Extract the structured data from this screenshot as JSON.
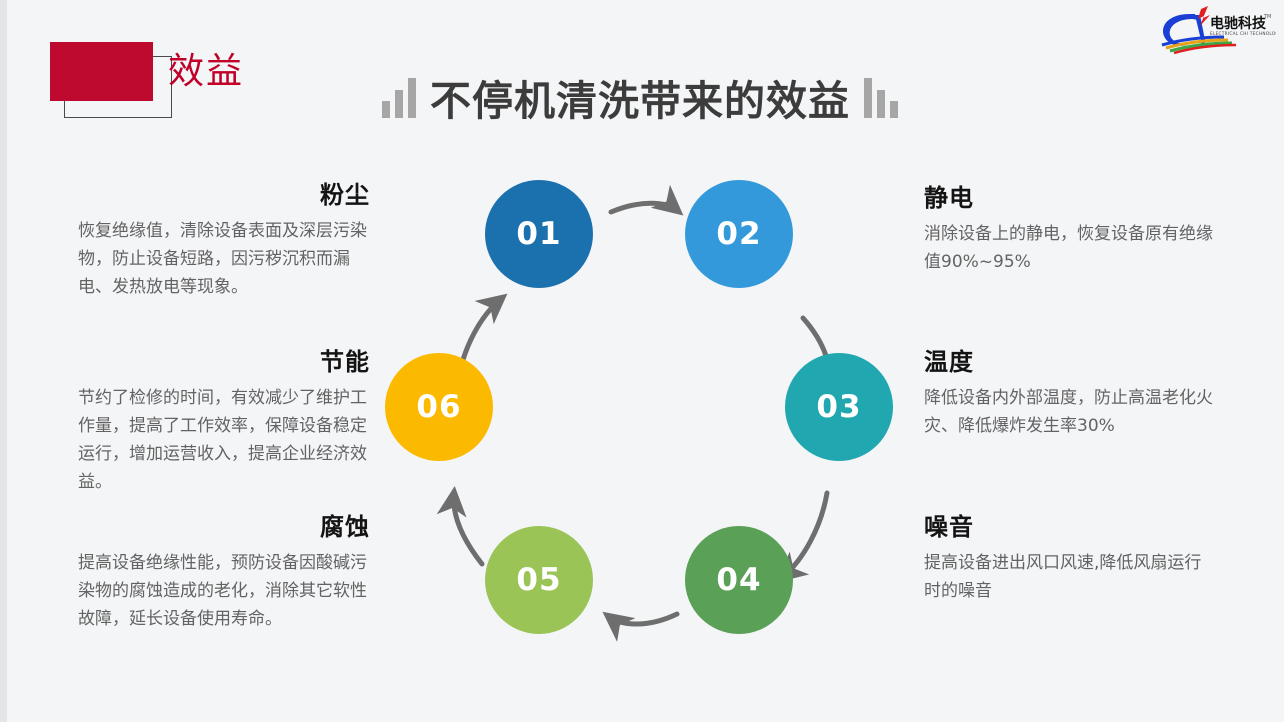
{
  "header": {
    "badge_label": "效益",
    "title": "不停机清洗带来的效益",
    "logo_cn": "电驰科技",
    "logo_en": "ELECTRICAL CHI TECHNOLOGY",
    "logo_tm": "TM"
  },
  "colors": {
    "background": "#f4f5f7",
    "badge_red": "#bf0a30",
    "badge_text": "#c00028",
    "title_gray": "#3c3c3c",
    "bar_gray": "#a6a6a6",
    "arrow_gray": "#6e6e6e",
    "heading_black": "#141414",
    "body_gray": "#636363",
    "node_01": "#1b71ae",
    "node_02": "#3499db",
    "node_03": "#20a7b0",
    "node_04": "#5aa057",
    "node_05": "#9bc456",
    "node_06": "#fbba00"
  },
  "diagram": {
    "nodes": [
      {
        "id": "01",
        "label": "01",
        "color": "#1b71ae"
      },
      {
        "id": "02",
        "label": "02",
        "color": "#3499db"
      },
      {
        "id": "03",
        "label": "03",
        "color": "#20a7b0"
      },
      {
        "id": "04",
        "label": "04",
        "color": "#5aa057"
      },
      {
        "id": "05",
        "label": "05",
        "color": "#9bc456"
      },
      {
        "id": "06",
        "label": "06",
        "color": "#fbba00"
      }
    ]
  },
  "blocks": {
    "dust": {
      "heading": "粉尘",
      "body": "恢复绝缘值，清除设备表面及深层污染物，防止设备短路，因污秽沉积而漏电、发热放电等现象。"
    },
    "energy": {
      "heading": "节能",
      "body": "节约了检修的时间，有效减少了维护工作量，提高了工作效率，保障设备稳定运行，增加运营收入，提高企业经济效益。"
    },
    "corrosion": {
      "heading": "腐蚀",
      "body": "提高设备绝缘性能，预防设备因酸碱污染物的腐蚀造成的老化，消除其它软性故障，延长设备使用寿命。"
    },
    "static": {
      "heading": "静电",
      "body": "消除设备上的静电，恢复设备原有绝缘值90%~95%"
    },
    "temperature": {
      "heading": "温度",
      "body": "降低设备内外部温度，防止高温老化火灾、降低爆炸发生率30%"
    },
    "noise": {
      "heading": "噪音",
      "body": "提高设备进出风口风速,降低风扇运行时的噪音"
    }
  }
}
